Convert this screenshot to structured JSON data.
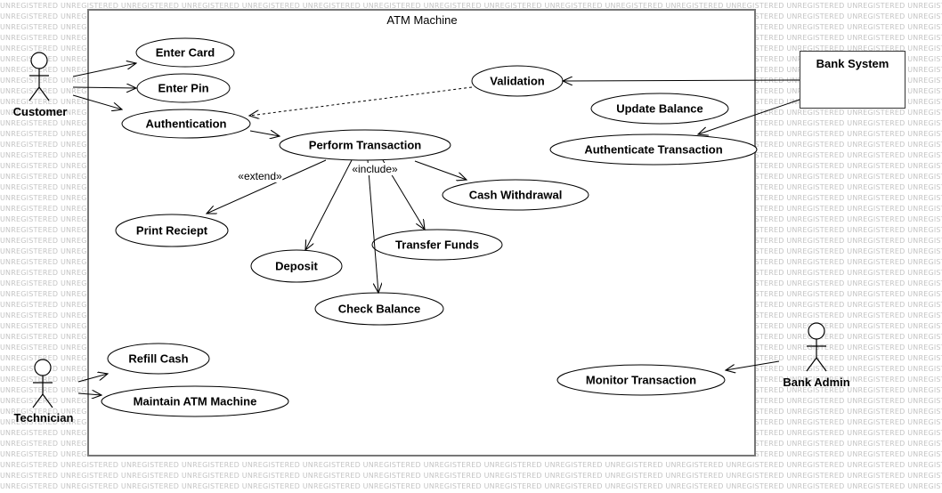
{
  "watermark": "UNREGISTERED",
  "system": {
    "title": "ATM Machine"
  },
  "bank_system": {
    "label": "Bank System"
  },
  "actors": {
    "customer": "Customer",
    "technician": "Technician",
    "bank_admin": "Bank Admin"
  },
  "use_cases": {
    "enter_card": "Enter Card",
    "enter_pin": "Enter Pin",
    "authentication": "Authentication",
    "validation": "Validation",
    "update_balance": "Update Balance",
    "authenticate_transaction": "Authenticate Transaction",
    "perform_transaction": "Perform Transaction",
    "cash_withdrawal": "Cash Withdrawal",
    "print_receipt": "Print Reciept",
    "transfer_funds": "Transfer Funds",
    "deposit": "Deposit",
    "check_balance": "Check Balance",
    "refill_cash": "Refill Cash",
    "maintain_atm": "Maintain ATM Machine",
    "monitor_transaction": "Monitor Transaction"
  },
  "stereotypes": {
    "extend": "«extend»",
    "include": "«include»"
  }
}
